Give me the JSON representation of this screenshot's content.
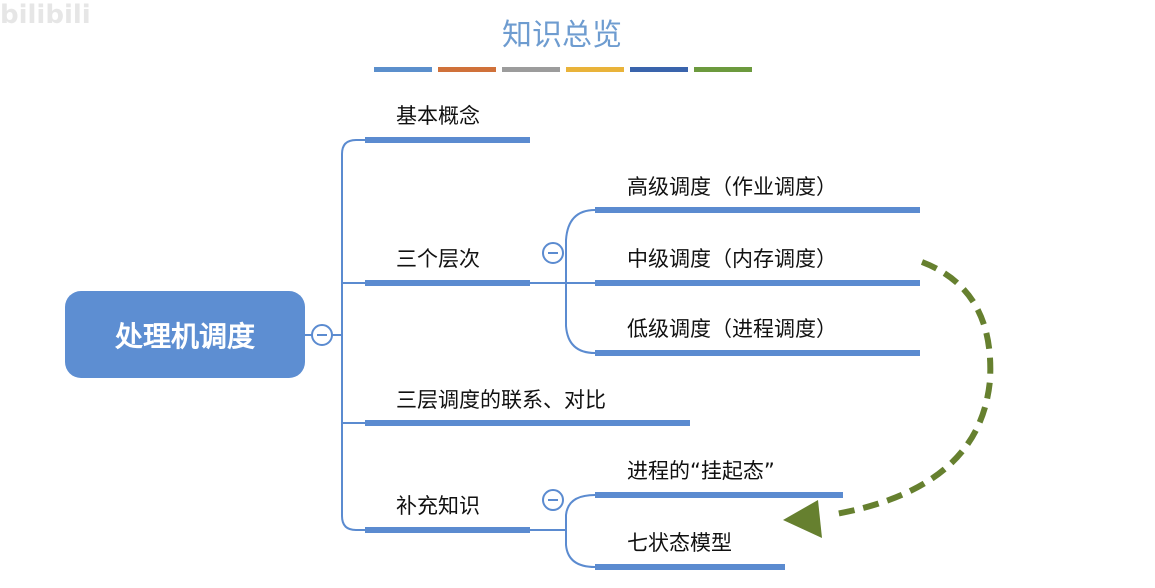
{
  "watermark": "bilibili",
  "title": "知识总览",
  "title_bar_colors": [
    "#5b8fcc",
    "#d0713a",
    "#9c9c9c",
    "#e9b33a",
    "#3a64ac",
    "#6c9a3e"
  ],
  "root": {
    "label": "处理机调度"
  },
  "branches": [
    {
      "label": "基本概念"
    },
    {
      "label": "三个层次",
      "children": [
        "高级调度（作业调度）",
        "中级调度（内存调度）",
        "低级调度（进程调度）"
      ]
    },
    {
      "label": "三层调度的联系、对比"
    },
    {
      "label": "补充知识",
      "children": [
        "进程的“挂起态”",
        "七状态模型"
      ]
    }
  ],
  "colors": {
    "line": "#5b8bd0",
    "arrow": "#66802f"
  }
}
